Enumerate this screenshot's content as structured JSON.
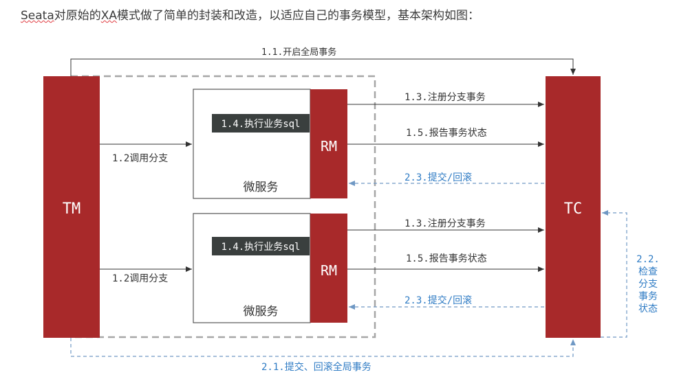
{
  "intro": {
    "seata": "Seata",
    "part1": "对原始的",
    "xa": "XA",
    "part2": "模式做了简单的封装和改造，以适应自己的事务模型，基本架构如图："
  },
  "colors": {
    "dark_red": "#a8292a",
    "solid_line": "#333333",
    "dashed_blue": "#6f98c4",
    "blue_text": "#2e7bc4",
    "sql_bg": "#3a3f3e"
  },
  "nodes": {
    "tm": "TM",
    "tc": "TC",
    "rm1": "RM",
    "rm2": "RM",
    "micro1": "微服务",
    "micro2": "微服务",
    "sql1": "1.4.执行业务sql",
    "sql2": "1.4.执行业务sql"
  },
  "edges": {
    "begin_global": "1.1.开启全局事务",
    "call_branch_1": "1.2调用分支",
    "call_branch_2": "1.2调用分支",
    "register_1": "1.3.注册分支事务",
    "report_1": "1.5.报告事务状态",
    "commit_rollback_1": "2.3.提交/回滚",
    "register_2": "1.3.注册分支事务",
    "report_2": "1.5.报告事务状态",
    "commit_rollback_2": "2.3.提交/回滚",
    "commit_global": "2.1.提交、回滚全局事务",
    "check_lines": [
      "2.2.",
      "检查",
      "分支",
      "事务",
      "状态"
    ]
  }
}
